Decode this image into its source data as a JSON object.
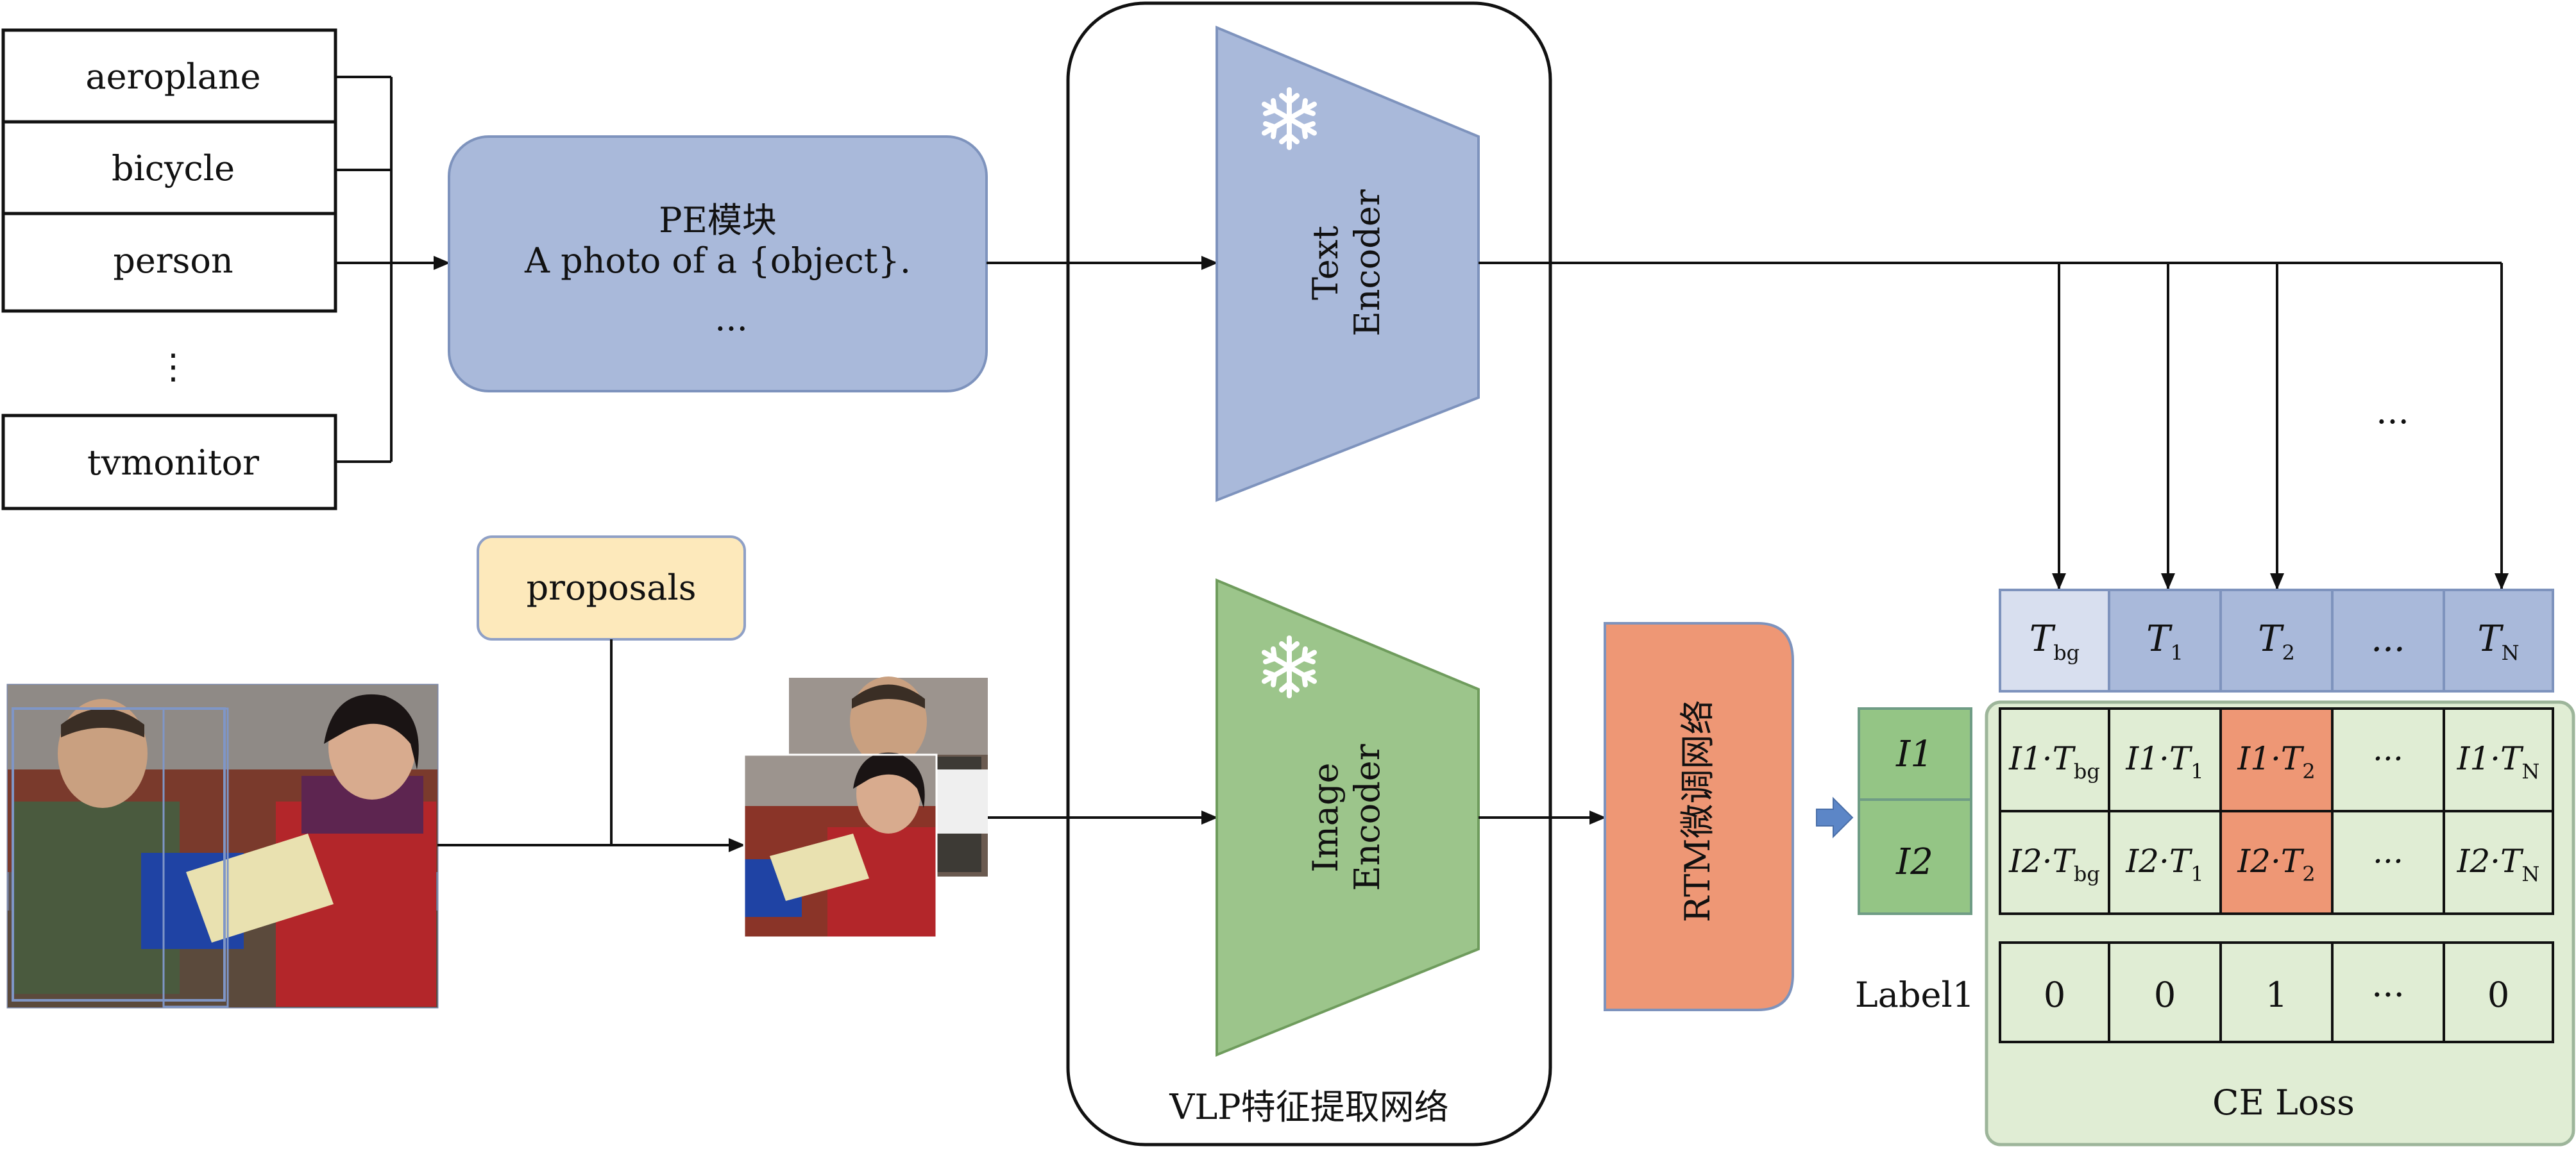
{
  "classes": {
    "items": [
      "aeroplane",
      "bicycle",
      "person"
    ],
    "vdots": "⋮",
    "last": "tvmonitor"
  },
  "pe_module": {
    "title": "PE模块",
    "template": "A photo of a {object}.",
    "ellipsis": "..."
  },
  "proposals_label": "proposals",
  "vlp": {
    "text_encoder_line1": "Text",
    "text_encoder_line2": "Encoder",
    "image_encoder_line1": "Image",
    "image_encoder_line2": "Encoder",
    "caption": "VLP特征提取网络",
    "frozen_icon": "snowflake-icon"
  },
  "rtm_label": "RTM微调网络",
  "top_ellipsis": "...",
  "text_features": [
    {
      "base": "T",
      "sub": "bg"
    },
    {
      "base": "T",
      "sub": "1"
    },
    {
      "base": "T",
      "sub": "2"
    },
    {
      "base": "...",
      "sub": ""
    },
    {
      "base": "T",
      "sub": "N"
    }
  ],
  "image_features": [
    "I1",
    "I2"
  ],
  "similarity_rows": [
    [
      {
        "base": "I1·T",
        "sub": "bg",
        "highlight": false
      },
      {
        "base": "I1·T",
        "sub": "1",
        "highlight": false
      },
      {
        "base": "I1·T",
        "sub": "2",
        "highlight": true
      },
      {
        "base": "···",
        "sub": "",
        "highlight": false
      },
      {
        "base": "I1·T",
        "sub": "N",
        "highlight": false
      }
    ],
    [
      {
        "base": "I2·T",
        "sub": "bg",
        "highlight": false
      },
      {
        "base": "I2·T",
        "sub": "1",
        "highlight": false
      },
      {
        "base": "I2·T",
        "sub": "2",
        "highlight": true
      },
      {
        "base": "···",
        "sub": "",
        "highlight": false
      },
      {
        "base": "I2·T",
        "sub": "N",
        "highlight": false
      }
    ]
  ],
  "label_row": {
    "name": "Label1",
    "values": [
      "0",
      "0",
      "1",
      "···",
      "0"
    ]
  },
  "loss_label": "CE Loss",
  "colors": {
    "pe_fill": "#a9b9da",
    "text_encoder": "#a9b9da",
    "image_encoder": "#9cc58b",
    "rtm": "#ee9775",
    "proposals": "#fde9bb",
    "loss_panel": "#e0edd4",
    "image_feature": "#94c585",
    "text_feature": "#a9b9da",
    "text_feature_bg": "#d8dfef",
    "highlight": "#ee9775"
  }
}
